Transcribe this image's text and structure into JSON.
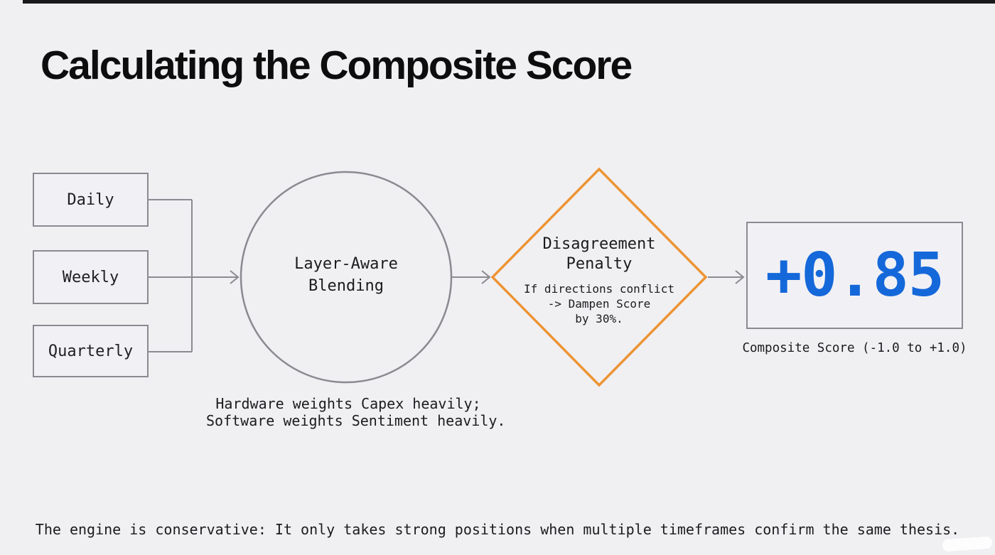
{
  "page": {
    "title": "Calculating the Composite Score",
    "footer": "The engine is conservative: It only takes strong positions when multiple timeframes confirm the same thesis."
  },
  "diagram": {
    "inputs": [
      {
        "label": "Daily"
      },
      {
        "label": "Weekly"
      },
      {
        "label": "Quarterly"
      }
    ],
    "blender": {
      "label_line1": "Layer-Aware",
      "label_line2": "Blending",
      "caption_line1": "Hardware weights Capex heavily;",
      "caption_line2": "Software weights Sentiment heavily."
    },
    "penalty": {
      "title_line1": "Disagreement",
      "title_line2": "Penalty",
      "body_line1": "If directions conflict",
      "body_line2": "-> Dampen Score",
      "body_line3": "by 30%."
    },
    "result": {
      "value": "+0.85",
      "caption": "Composite Score (-1.0 to +1.0)"
    }
  },
  "colors": {
    "background": "#f0f0f3",
    "line_gray": "#8a8a90",
    "accent_orange": "#ed9434",
    "accent_blue": "#1568d9",
    "text": "#202023"
  }
}
